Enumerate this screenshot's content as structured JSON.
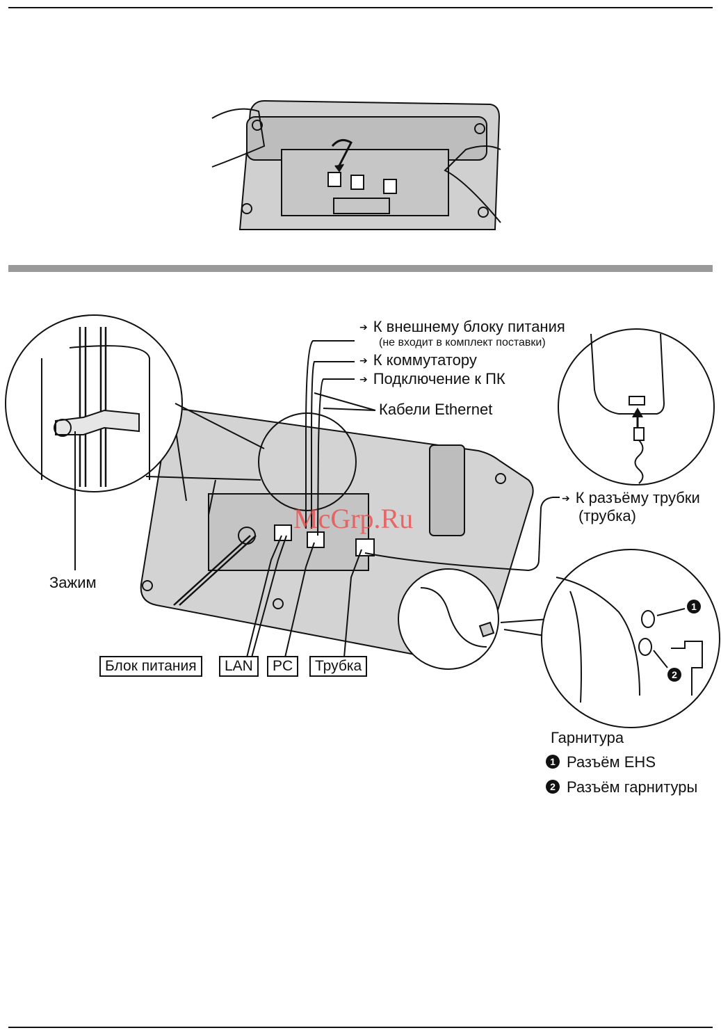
{
  "labels": {
    "ext_power": "К внешнему блоку питания",
    "ext_power_note": "(не входит в комплект поставки)",
    "to_switch": "К коммутатору",
    "pc_connection": "Подключение к ПК",
    "ethernet_cables": "Кабели Ethernet",
    "handset_jack": "К разъёму трубки",
    "handset_jack_note": "(трубка)",
    "clamp": "Зажим"
  },
  "port_boxes": {
    "power": "Блок питания",
    "lan": "LAN",
    "pc": "PC",
    "handset": "Трубка"
  },
  "headset": {
    "title": "Гарнитура",
    "items": [
      {
        "num": "1",
        "label": "Разъём EHS"
      },
      {
        "num": "2",
        "label": "Разъём гарнитуры"
      }
    ]
  },
  "watermark": "McGrp.Ru",
  "colors": {
    "body": "#cfcfcf",
    "line": "#111111",
    "rule": "#9a9a9a"
  }
}
